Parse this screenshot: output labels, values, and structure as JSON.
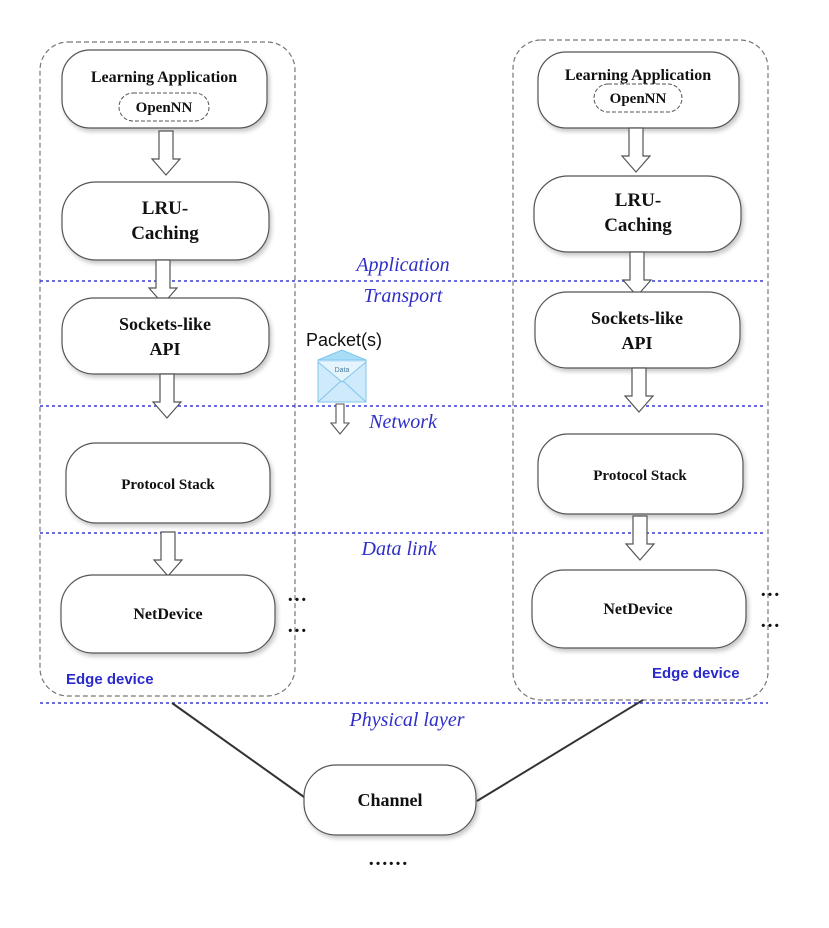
{
  "layers": {
    "application": "Application",
    "transport": "Transport",
    "network": "Network",
    "data_link": "Data link",
    "physical": "Physical layer"
  },
  "left_device": {
    "label": "Edge device",
    "learning_app": "Learning Application",
    "opennn": "OpenNN",
    "lru_line1": "LRU-",
    "lru_line2": "Caching",
    "sockets_line1": "Sockets-like",
    "sockets_line2": "API",
    "protocol_stack": "Protocol Stack",
    "netdevice": "NetDevice",
    "dots_top": "…",
    "dots_bottom": "…"
  },
  "right_device": {
    "label": "Edge device",
    "learning_app": "Learning Application",
    "opennn": "OpenNN",
    "lru_line1": "LRU-",
    "lru_line2": "Caching",
    "sockets_line1": "Sockets-like",
    "sockets_line2": "API",
    "protocol_stack": "Protocol Stack",
    "netdevice": "NetDevice",
    "dots_top": "…",
    "dots_bottom": "…"
  },
  "packet": {
    "label": "Packet(s)",
    "envelope_text": "Data"
  },
  "channel": {
    "label": "Channel",
    "dots": "……"
  },
  "colors": {
    "layer_line": "#3a3ad0",
    "layer_text": "#2f2fc8",
    "edge_label": "#2a2acc",
    "node_border": "#555555",
    "envelope": "#7fc6ee"
  }
}
